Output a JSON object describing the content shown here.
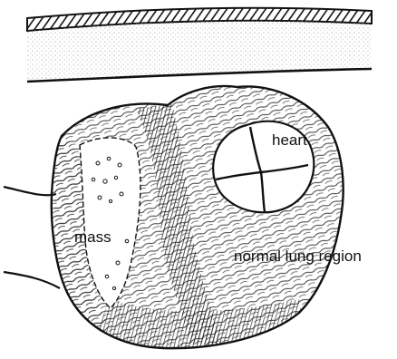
{
  "figure": {
    "labels": {
      "heart": "heart",
      "mass": "mass",
      "normal_lung_region": "normal lung region"
    },
    "colors": {
      "ink": "#111111",
      "background": "#ffffff",
      "stipple": "#777777"
    }
  }
}
